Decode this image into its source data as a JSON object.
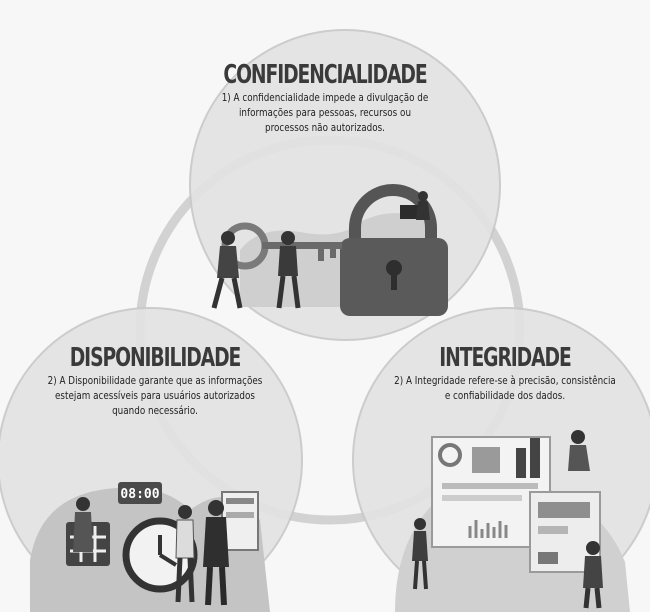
{
  "confidencialidade": {
    "title": "CONFIDENCIALIDADE",
    "lines": [
      "1) A confidencialidade impede a divulgação de",
      "informações para pessoas, recursos ou",
      "processos não autorizados."
    ]
  },
  "disponibilidade": {
    "title": "DISPONIBILIDADE",
    "lines": [
      "2) A Disponibilidade garante que as informações",
      "estejam acessíveis para usuários autorizados",
      "quando necessário."
    ]
  },
  "integridade": {
    "title": "INTEGRIDADE",
    "lines": [
      "2) A Integridade refere-se à precisão, consistência",
      "e confiabilidade dos dados."
    ]
  },
  "clock": {
    "time": "08:00"
  },
  "colors": {
    "circle_fill": "#e2e2e2",
    "circle_stroke": "#c9c9c9",
    "figure": "#3d3d3d",
    "accent": "#8a8a8a"
  }
}
